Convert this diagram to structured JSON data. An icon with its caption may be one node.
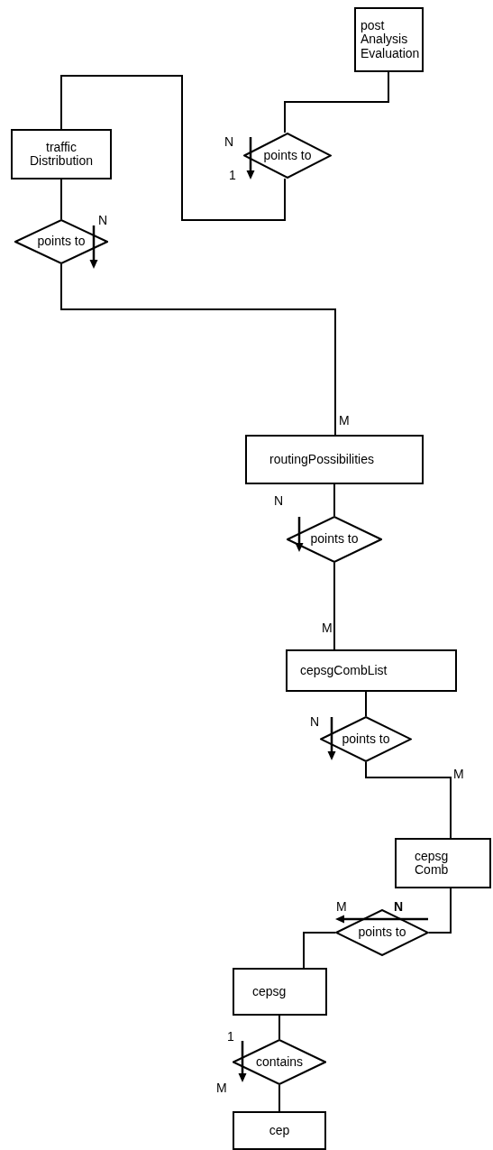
{
  "diagram": {
    "nodes": [
      {
        "text": [
          "post Analysis Evaluation"
        ]
      },
      {
        "text": [
          "traffic Distribution"
        ]
      },
      {
        "text": [
          "points to"
        ]
      },
      {
        "text": [
          "points to"
        ]
      },
      {
        "text": [
          "routingPossibilities"
        ]
      },
      {
        "text": [
          "points to"
        ]
      },
      {
        "text": [
          "cepsgCombList"
        ]
      },
      {
        "text": [
          "points to"
        ]
      },
      {
        "text": [
          "cepsg Comb"
        ]
      },
      {
        "text": [
          "points to"
        ]
      },
      {
        "text": [
          "cepsg"
        ]
      },
      {
        "text": [
          "contains"
        ]
      },
      {
        "text": [
          "cep"
        ]
      }
    ],
    "edges": [
      {
        "from": 0,
        "to": 2,
        "arrow": "none"
      },
      {
        "from": 2,
        "to": 1,
        "arrow": "none"
      },
      {
        "from": 1,
        "to": 3,
        "arrow": "none"
      },
      {
        "from": 3,
        "to": 4,
        "arrow": "none"
      },
      {
        "from": 4,
        "to": 5,
        "arrow": "none"
      },
      {
        "from": 5,
        "to": 6,
        "arrow": "none"
      },
      {
        "from": 6,
        "to": 7,
        "arrow": "none"
      },
      {
        "from": 7,
        "to": 8,
        "arrow": "none"
      },
      {
        "from": 8,
        "to": 9,
        "arrow": "none"
      },
      {
        "from": 9,
        "to": 10,
        "arrow": "none"
      },
      {
        "from": 10,
        "to": 11,
        "arrow": "none"
      },
      {
        "from": 11,
        "to": 12,
        "arrow": "none"
      }
    ],
    "labels": [
      "N",
      "1",
      "N",
      "M",
      "N",
      "M",
      "N",
      "M",
      "M",
      "N",
      "1",
      "M"
    ]
  }
}
